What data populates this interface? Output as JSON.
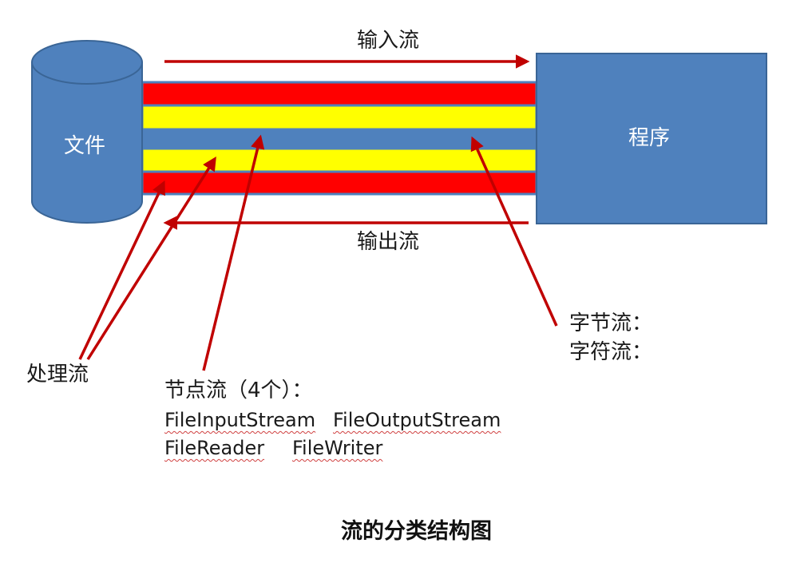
{
  "labels": {
    "file": "文件",
    "program": "程序",
    "input_stream": "输入流",
    "output_stream": "输出流",
    "processing_stream": "处理流",
    "node_stream_heading": "节点流（4个）：",
    "byte_stream": "字节流：",
    "char_stream": "字符流："
  },
  "classes": {
    "file_input_stream": "FileInputStream",
    "file_output_stream": "FileOutputStream",
    "file_reader": "FileReader",
    "file_writer": "FileWriter"
  },
  "caption": "流的分类结构图",
  "colors": {
    "blue": "#4f81bd",
    "blue_border": "#3a6596",
    "red_band": "#ff0000",
    "yellow_band": "#ffff00",
    "arrow": "#c00000"
  }
}
